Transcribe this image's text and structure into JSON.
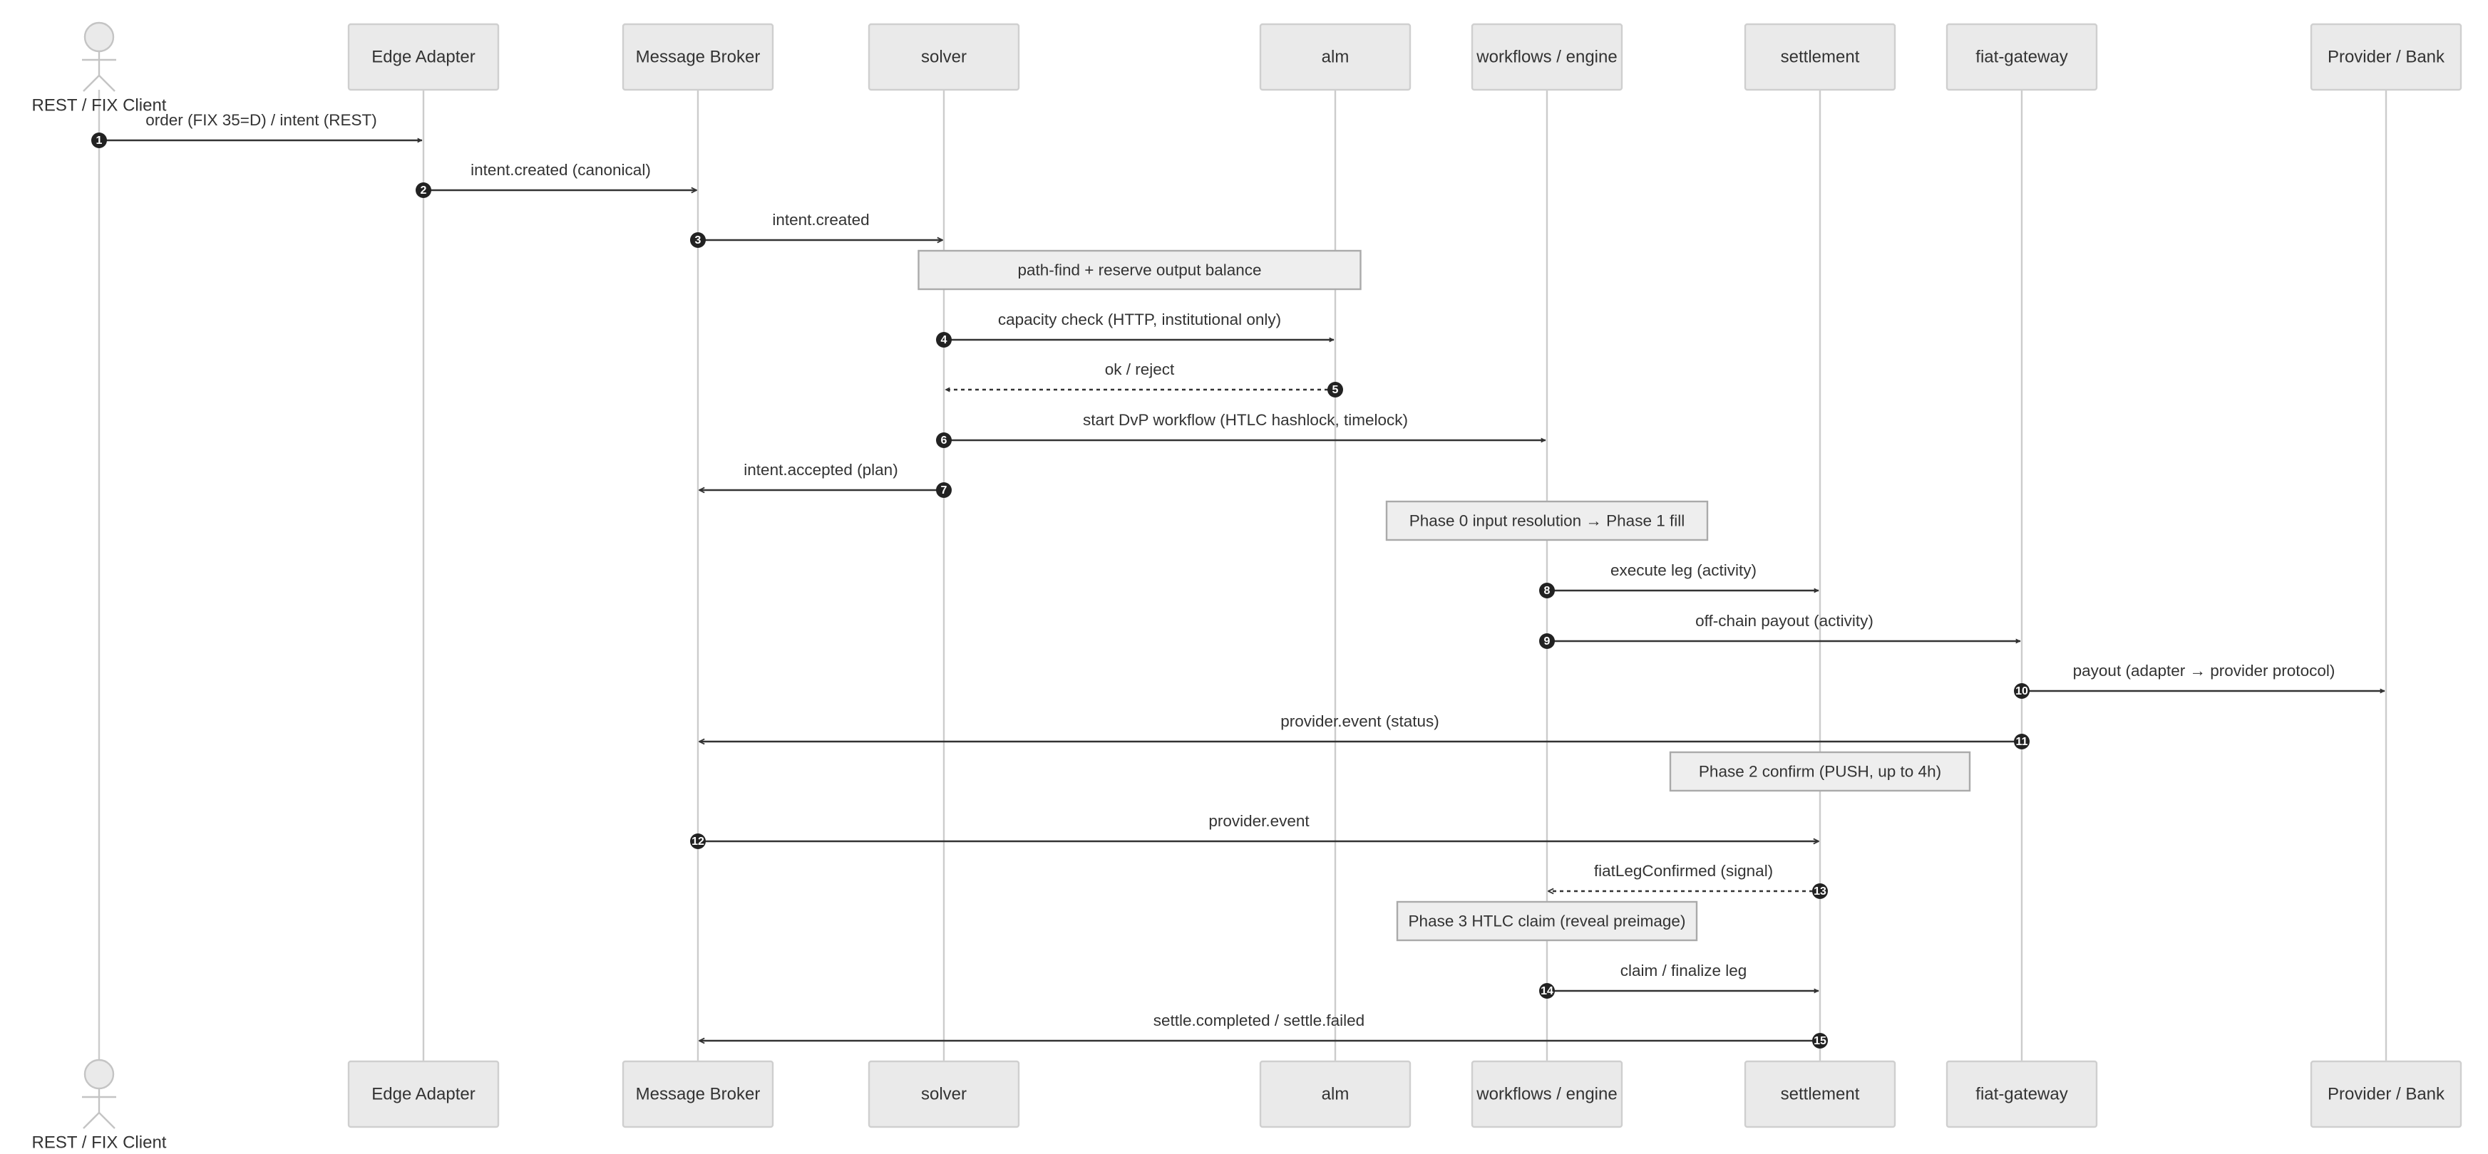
{
  "participants": [
    {
      "id": "client",
      "label": "REST / FIX Client",
      "kind": "actor"
    },
    {
      "id": "edge",
      "label": "Edge Adapter",
      "kind": "box"
    },
    {
      "id": "broker",
      "label": "Message Broker",
      "kind": "box"
    },
    {
      "id": "solver",
      "label": "solver",
      "kind": "box"
    },
    {
      "id": "alm",
      "label": "alm",
      "kind": "box"
    },
    {
      "id": "engine",
      "label": "workflows / engine",
      "kind": "box"
    },
    {
      "id": "settlement",
      "label": "settlement",
      "kind": "box"
    },
    {
      "id": "fiat",
      "label": "fiat-gateway",
      "kind": "box"
    },
    {
      "id": "bank",
      "label": "Provider / Bank",
      "kind": "box"
    }
  ],
  "steps": [
    {
      "type": "message",
      "number": "1",
      "from": "client",
      "to": "edge",
      "label": "order (FIX 35=D) / intent (REST)",
      "style": "solid",
      "head": "filled"
    },
    {
      "type": "message",
      "number": "2",
      "from": "edge",
      "to": "broker",
      "label": "intent.created (canonical)",
      "style": "solid",
      "head": "open"
    },
    {
      "type": "message",
      "number": "3",
      "from": "broker",
      "to": "solver",
      "label": "intent.created",
      "style": "solid",
      "head": "open"
    },
    {
      "type": "note",
      "over": [
        "solver",
        "alm"
      ],
      "text": "path-find + reserve output balance"
    },
    {
      "type": "message",
      "number": "4",
      "from": "solver",
      "to": "alm",
      "label": "capacity check (HTTP, institutional only)",
      "style": "solid",
      "head": "filled"
    },
    {
      "type": "message",
      "number": "5",
      "from": "alm",
      "to": "solver",
      "label": "ok / reject",
      "style": "dotted",
      "head": "filled"
    },
    {
      "type": "message",
      "number": "6",
      "from": "solver",
      "to": "engine",
      "label": "start DvP workflow (HTLC hashlock, timelock)",
      "style": "solid",
      "head": "filled"
    },
    {
      "type": "message",
      "number": "7",
      "from": "solver",
      "to": "broker",
      "label": "intent.accepted (plan)",
      "style": "solid",
      "head": "open"
    },
    {
      "type": "note",
      "over": [
        "engine"
      ],
      "text": "Phase 0 input resolution → Phase 1 fill"
    },
    {
      "type": "message",
      "number": "8",
      "from": "engine",
      "to": "settlement",
      "label": "execute leg (activity)",
      "style": "solid",
      "head": "filled"
    },
    {
      "type": "message",
      "number": "9",
      "from": "engine",
      "to": "fiat",
      "label": "off-chain payout (activity)",
      "style": "solid",
      "head": "filled"
    },
    {
      "type": "message",
      "number": "10",
      "from": "fiat",
      "to": "bank",
      "label": "payout (adapter → provider protocol)",
      "style": "solid",
      "head": "filled"
    },
    {
      "type": "message",
      "number": "11",
      "from": "fiat",
      "to": "broker",
      "label": "provider.event (status)",
      "style": "solid",
      "head": "open"
    },
    {
      "type": "note",
      "over": [
        "settlement"
      ],
      "text": "Phase 2 confirm (PUSH, up to 4h)"
    },
    {
      "type": "message",
      "number": "12",
      "from": "broker",
      "to": "settlement",
      "label": "provider.event",
      "style": "solid",
      "head": "open"
    },
    {
      "type": "message",
      "number": "13",
      "from": "settlement",
      "to": "engine",
      "label": "fiatLegConfirmed (signal)",
      "style": "dotted",
      "head": "open"
    },
    {
      "type": "note",
      "over": [
        "engine"
      ],
      "text": "Phase 3 HTLC claim (reveal preimage)"
    },
    {
      "type": "message",
      "number": "14",
      "from": "engine",
      "to": "settlement",
      "label": "claim / finalize leg",
      "style": "solid",
      "head": "filled"
    },
    {
      "type": "message",
      "number": "15",
      "from": "settlement",
      "to": "broker",
      "label": "settle.completed / settle.failed",
      "style": "solid",
      "head": "open"
    }
  ]
}
